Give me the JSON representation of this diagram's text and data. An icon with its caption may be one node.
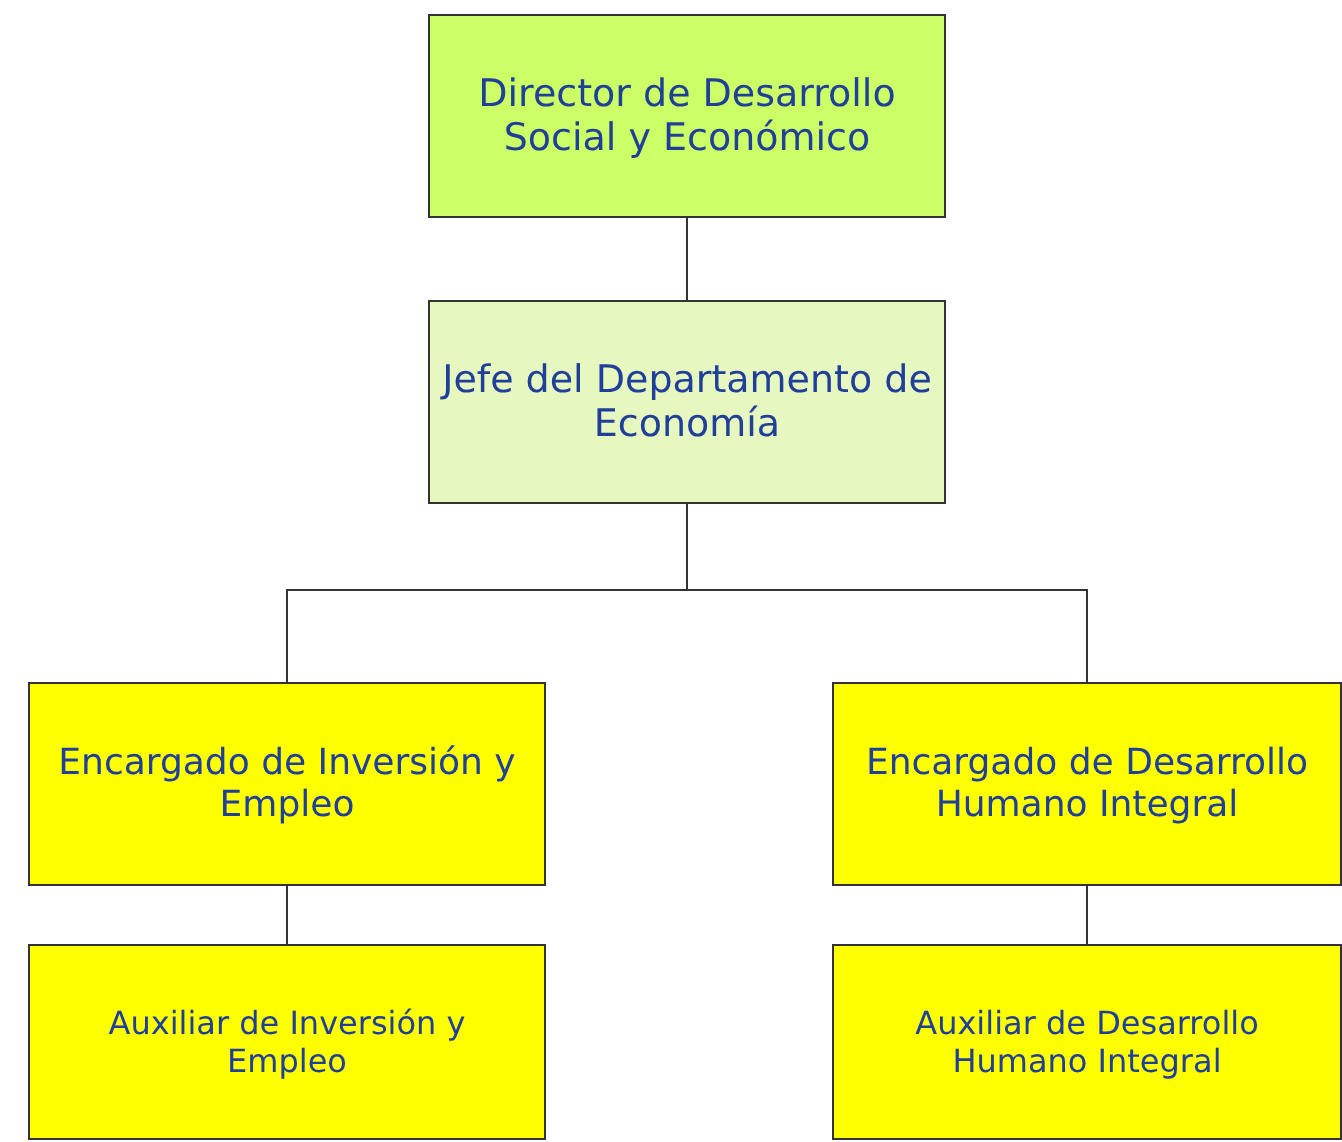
{
  "diagram": {
    "nodes": [
      {
        "text": [
          "Director de Desarrollo Social y Económico"
        ]
      },
      {
        "text": [
          "Jefe del Departamento de Economía"
        ]
      },
      {
        "text": [
          "Encargado de Inversión y Empleo"
        ]
      },
      {
        "text": [
          "Encargado de Desarrollo Humano Integral"
        ]
      },
      {
        "text": [
          "Auxiliar de Inversión y Empleo"
        ]
      },
      {
        "text": [
          "Auxiliar de Desarrollo Humano Integral"
        ]
      }
    ],
    "edges": [
      {
        "from": 0,
        "to": 1,
        "arrow": "none"
      },
      {
        "from": 1,
        "to": 2,
        "arrow": "none"
      },
      {
        "from": 1,
        "to": 3,
        "arrow": "none"
      },
      {
        "from": 2,
        "to": 4,
        "arrow": "none"
      },
      {
        "from": 3,
        "to": 5,
        "arrow": "none"
      }
    ]
  }
}
